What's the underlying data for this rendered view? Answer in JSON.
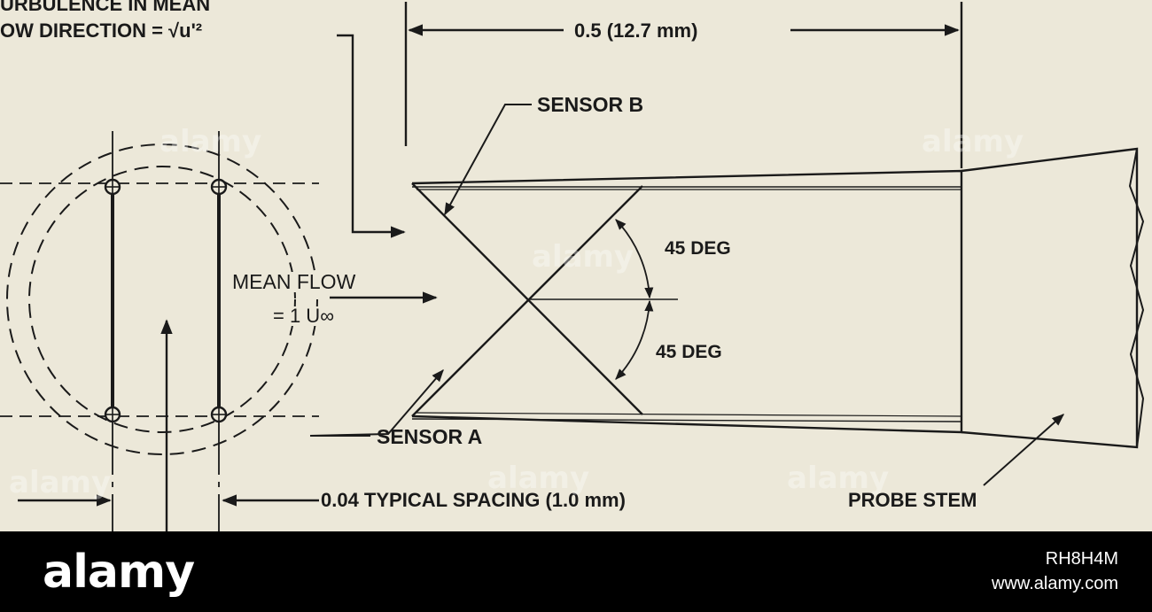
{
  "diagram": {
    "turbulence_label_line1": "URBULENCE IN MEAN",
    "turbulence_label_line2": "OW DIRECTION = √u'²",
    "dimension_length": "0.5 (12.7 mm)",
    "sensor_b": "SENSOR B",
    "sensor_a": "SENSOR A",
    "angle_top": "45 DEG",
    "angle_bottom": "45 DEG",
    "mean_flow_line1": "MEAN FLOW",
    "mean_flow_line2": "= 1 U∞",
    "spacing": "0.04 TYPICAL SPACING (1.0 mm)",
    "probe_stem": "PROBE STEM"
  },
  "watermark": {
    "text": "alamy"
  },
  "footer": {
    "brand": "alamy",
    "image_id": "RH8H4M",
    "url": "www.alamy.com"
  },
  "colors": {
    "paper": "#ece8d9",
    "ink": "#1a1a1a",
    "footer_bg": "#000000",
    "footer_text": "#ffffff"
  }
}
